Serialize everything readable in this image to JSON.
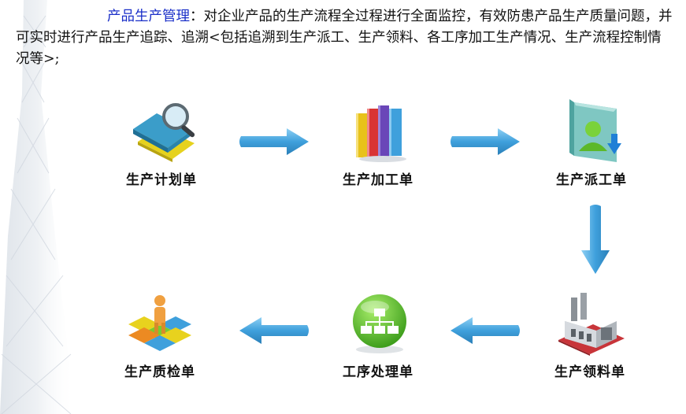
{
  "intro": {
    "highlight": "产品生产管理",
    "text": "：对企业产品的生产流程全过程进行全面监控，有效防患产品生产质量问题，并可实时进行产品生产追踪、追溯<包括追溯到生产派工、生产领料、各工序加工生产情况、生产流程控制情况等>;"
  },
  "flow": {
    "nodes": [
      {
        "label": "生产计划单",
        "icon": "book-magnifier-icon"
      },
      {
        "label": "生产加工单",
        "icon": "books-icon"
      },
      {
        "label": "生产派工单",
        "icon": "user-folder-icon"
      },
      {
        "label": "生产领料单",
        "icon": "factory-icon"
      },
      {
        "label": "工序处理单",
        "icon": "hierarchy-icon"
      },
      {
        "label": "生产质检单",
        "icon": "person-tiles-icon"
      }
    ]
  },
  "colors": {
    "highlight_text": "#1a2fc8",
    "arrow": "#3fa0dc"
  }
}
